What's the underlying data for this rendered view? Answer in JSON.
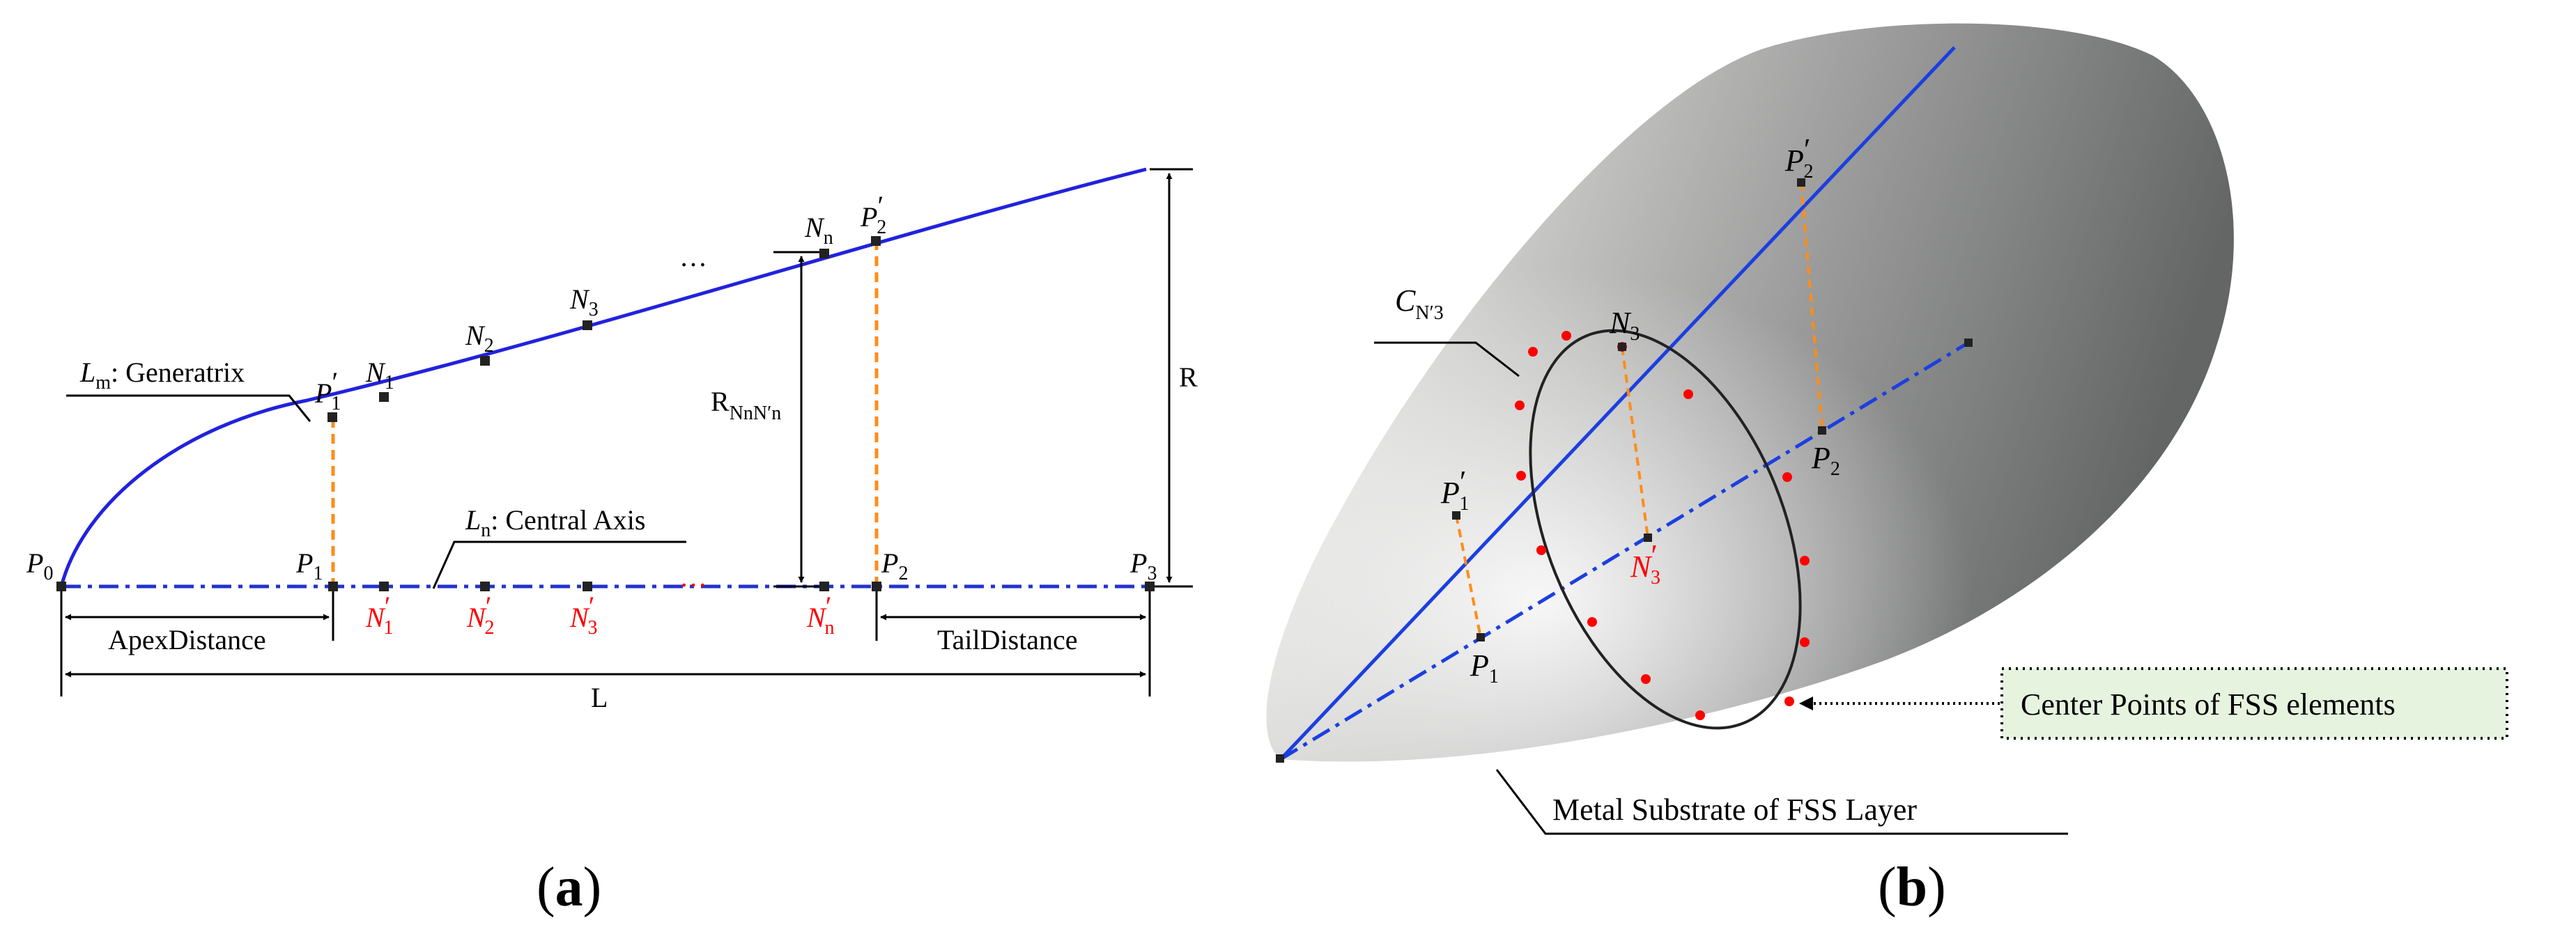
{
  "panel_a": {
    "caption_letter": "a",
    "points": {
      "p0": {
        "main": "P",
        "sub": "0"
      },
      "p1": {
        "main": "P",
        "sub": "1"
      },
      "p2": {
        "main": "P",
        "sub": "2"
      },
      "p3": {
        "main": "P",
        "sub": "3"
      },
      "p1_prime": {
        "main": "P",
        "sub": "1",
        "sup": "′"
      },
      "p2_prime": {
        "main": "P",
        "sub": "2",
        "sup": "′"
      },
      "n1": {
        "main": "N",
        "sub": "1"
      },
      "n2": {
        "main": "N",
        "sub": "2"
      },
      "n3": {
        "main": "N",
        "sub": "3"
      },
      "nn": {
        "main": "N",
        "sub": "n"
      },
      "n1_prime": {
        "main": "N",
        "sub": "1",
        "sup": "′"
      },
      "n2_prime": {
        "main": "N",
        "sub": "2",
        "sup": "′"
      },
      "n3_prime": {
        "main": "N",
        "sub": "3",
        "sup": "′"
      },
      "nn_prime": {
        "main": "N",
        "sub": "n",
        "sup": "′"
      }
    },
    "ellipsis_upper": "…",
    "ellipsis_lower": "…",
    "generatrix": {
      "symbol": "L",
      "sub": "m",
      "text": ": Generatrix"
    },
    "central_axis": {
      "symbol": "L",
      "sub": "n",
      "text": ": Central Axis"
    },
    "radius_nn": {
      "main": "R",
      "sub": "NnN′n"
    },
    "radius_label": "R",
    "apex_distance": "ApexDistance",
    "tail_distance": "TailDistance",
    "length_label": "L",
    "colors": {
      "curve": "#2222dd",
      "axis": "#2233cc",
      "projection": "#ff8c1a",
      "red": "#ff0000"
    }
  },
  "panel_b": {
    "caption_letter": "b",
    "circle": {
      "main": "C",
      "sub": "N′3"
    },
    "points": {
      "n3": {
        "main": "N",
        "sub": "3"
      },
      "n3_prime": {
        "main": "N",
        "sub": "3",
        "sup": "′"
      },
      "p1": {
        "main": "P",
        "sub": "1"
      },
      "p1_prime": {
        "main": "P",
        "sub": "1",
        "sup": "′"
      },
      "p2": {
        "main": "P",
        "sub": "2"
      },
      "p2_prime": {
        "main": "P",
        "sub": "2",
        "sup": "′"
      }
    },
    "fss_centers_label": "Center Points of FSS elements",
    "substrate_label": "Metal Substrate of FSS Layer",
    "colors": {
      "surface_light": "#f2f2f0",
      "surface_dark": "#646665",
      "line": "#1b3fe0",
      "dots": "#ff0000"
    }
  }
}
